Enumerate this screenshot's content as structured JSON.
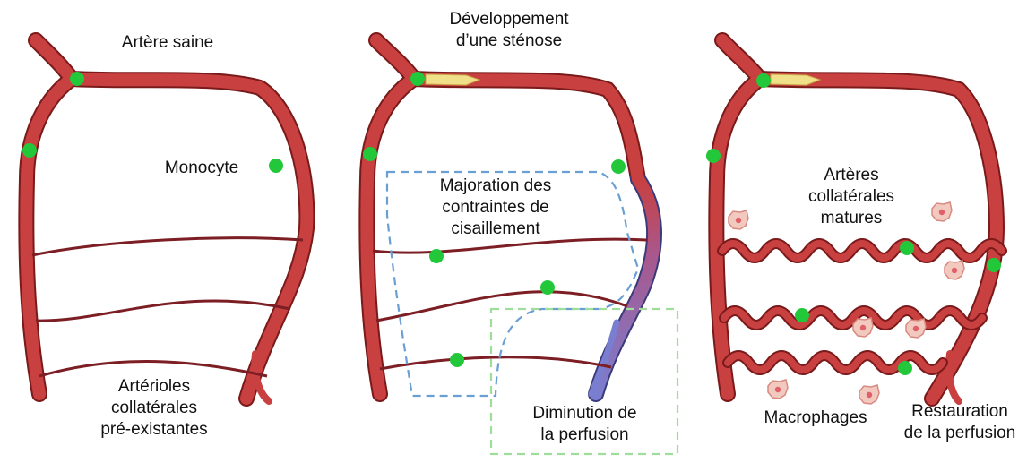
{
  "colors": {
    "artery": "#c8403f",
    "artery_edge": "#7a1a1a",
    "arteriole": "#7c1e24",
    "plaque": "#f1e08a",
    "monocyte": "#22c83a",
    "hypoperfused": "#7a7ed0",
    "dashed_blue": "#6a9fd4",
    "dashed_green": "#9fde9a",
    "macrophage": "#f2c9bf"
  },
  "panel1": {
    "title": "Artère saine",
    "monocyte": "Monocyte",
    "arterioles": [
      "Artérioles",
      "collatérales",
      "pré-existantes"
    ]
  },
  "panel2": {
    "title": [
      "Développement",
      "d’une sténose"
    ],
    "shear": [
      "Majoration des",
      "contraintes de",
      "cisaillement"
    ],
    "perfusion": [
      "Diminution de",
      "la perfusion"
    ]
  },
  "panel3": {
    "arteries": [
      "Artères",
      "collatérales",
      "matures"
    ],
    "macrophages": "Macrophages",
    "restoration": [
      "Restauration",
      "de la perfusion"
    ]
  }
}
